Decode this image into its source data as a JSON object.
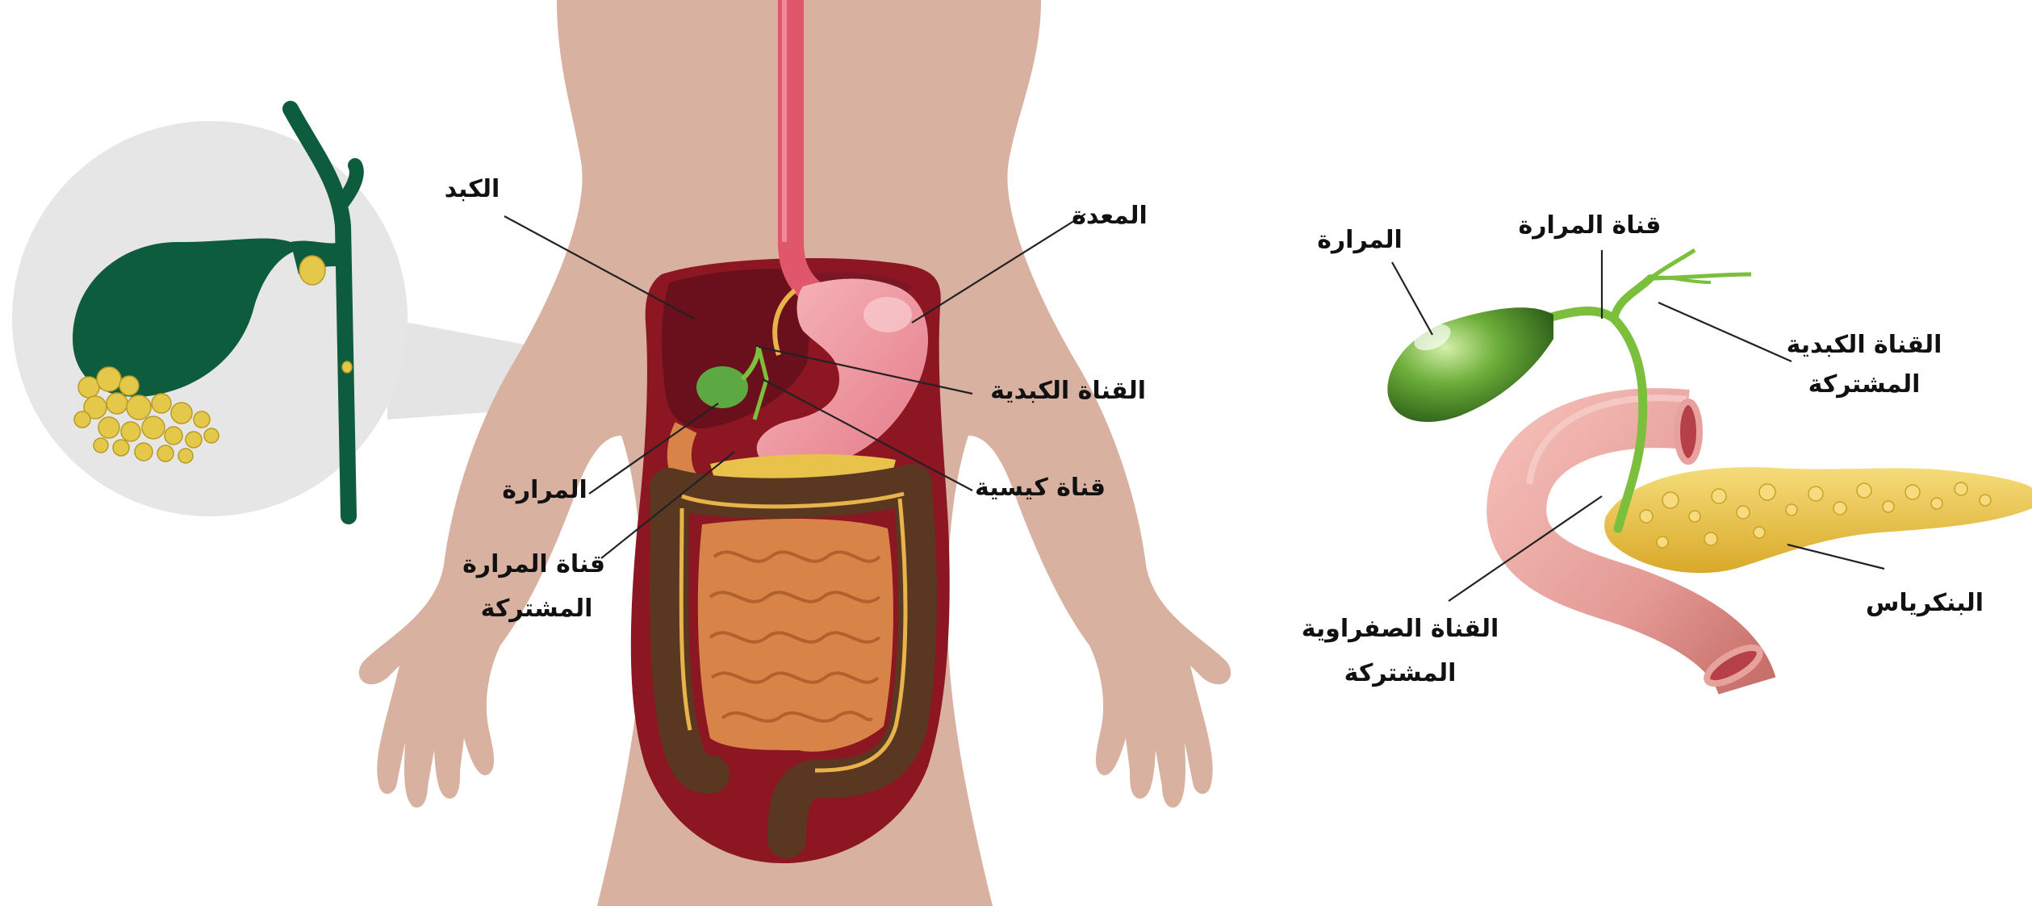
{
  "top_caption_partial": "",
  "body_diagram": {
    "labels": {
      "liver": "الكبد",
      "stomach": "المعدة",
      "hepatic_duct": "القناة الكبدية",
      "gallbladder": "المرارة",
      "cystic_duct": "قناة كيسية",
      "common_bile_duct_line1": "قناة المرارة",
      "common_bile_duct_line2": "المشتركة"
    }
  },
  "detail_diagram": {
    "labels": {
      "gallbladder": "المرارة",
      "gallbladder_duct": "قناة المرارة",
      "common_hepatic_duct_line1": "القناة الكبدية",
      "common_hepatic_duct_line2": "المشتركة",
      "pancreas": "البنكرياس",
      "common_bile_duct_line1": "القناة الصفراوية",
      "common_bile_duct_line2": "المشتركة"
    }
  },
  "colors": {
    "skin": "#d8b1a1",
    "cavity": "#8c1622",
    "liver": "#6a0f1c",
    "stomach": "#f2a0a8",
    "esophagus": "#e0566a",
    "gallbladder": "#5ca843",
    "intestine": "#d88449",
    "colon": "#5a3720",
    "duct": "#7bbf3c",
    "zoom_bg": "#e6e6e6",
    "zoom_duct": "#0d5c3d",
    "stones": "#e3c84a",
    "pancreas": "#e8c24a",
    "duodenum": "#e8a29e"
  }
}
